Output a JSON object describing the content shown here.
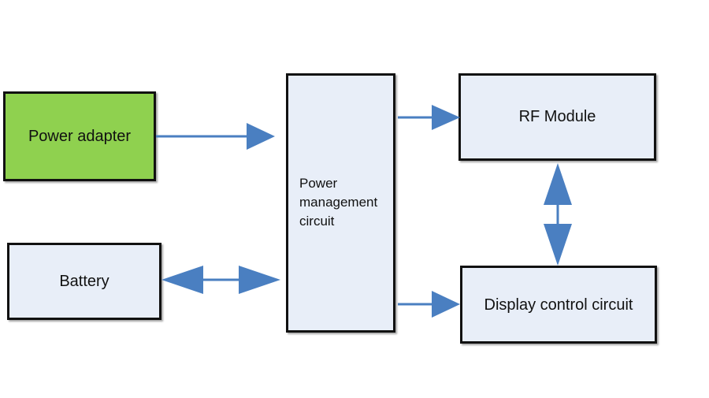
{
  "diagram": {
    "blocks": {
      "power_adapter": "Power adapter",
      "battery": "Battery",
      "power_management": "Power\nmanagement\ncircuit",
      "rf_module": "RF Module",
      "display_control": "Display control circuit"
    },
    "colors": {
      "power_adapter_fill": "#8fd14f",
      "block_fill": "#e8eef8",
      "block_border": "#111111",
      "arrow": "#4a7fc1"
    },
    "connections": [
      {
        "from": "power_adapter",
        "to": "power_management",
        "direction": "one-way"
      },
      {
        "from": "battery",
        "to": "power_management",
        "direction": "two-way"
      },
      {
        "from": "power_management",
        "to": "rf_module",
        "direction": "one-way"
      },
      {
        "from": "power_management",
        "to": "display_control",
        "direction": "one-way"
      },
      {
        "from": "rf_module",
        "to": "display_control",
        "direction": "two-way"
      }
    ]
  }
}
